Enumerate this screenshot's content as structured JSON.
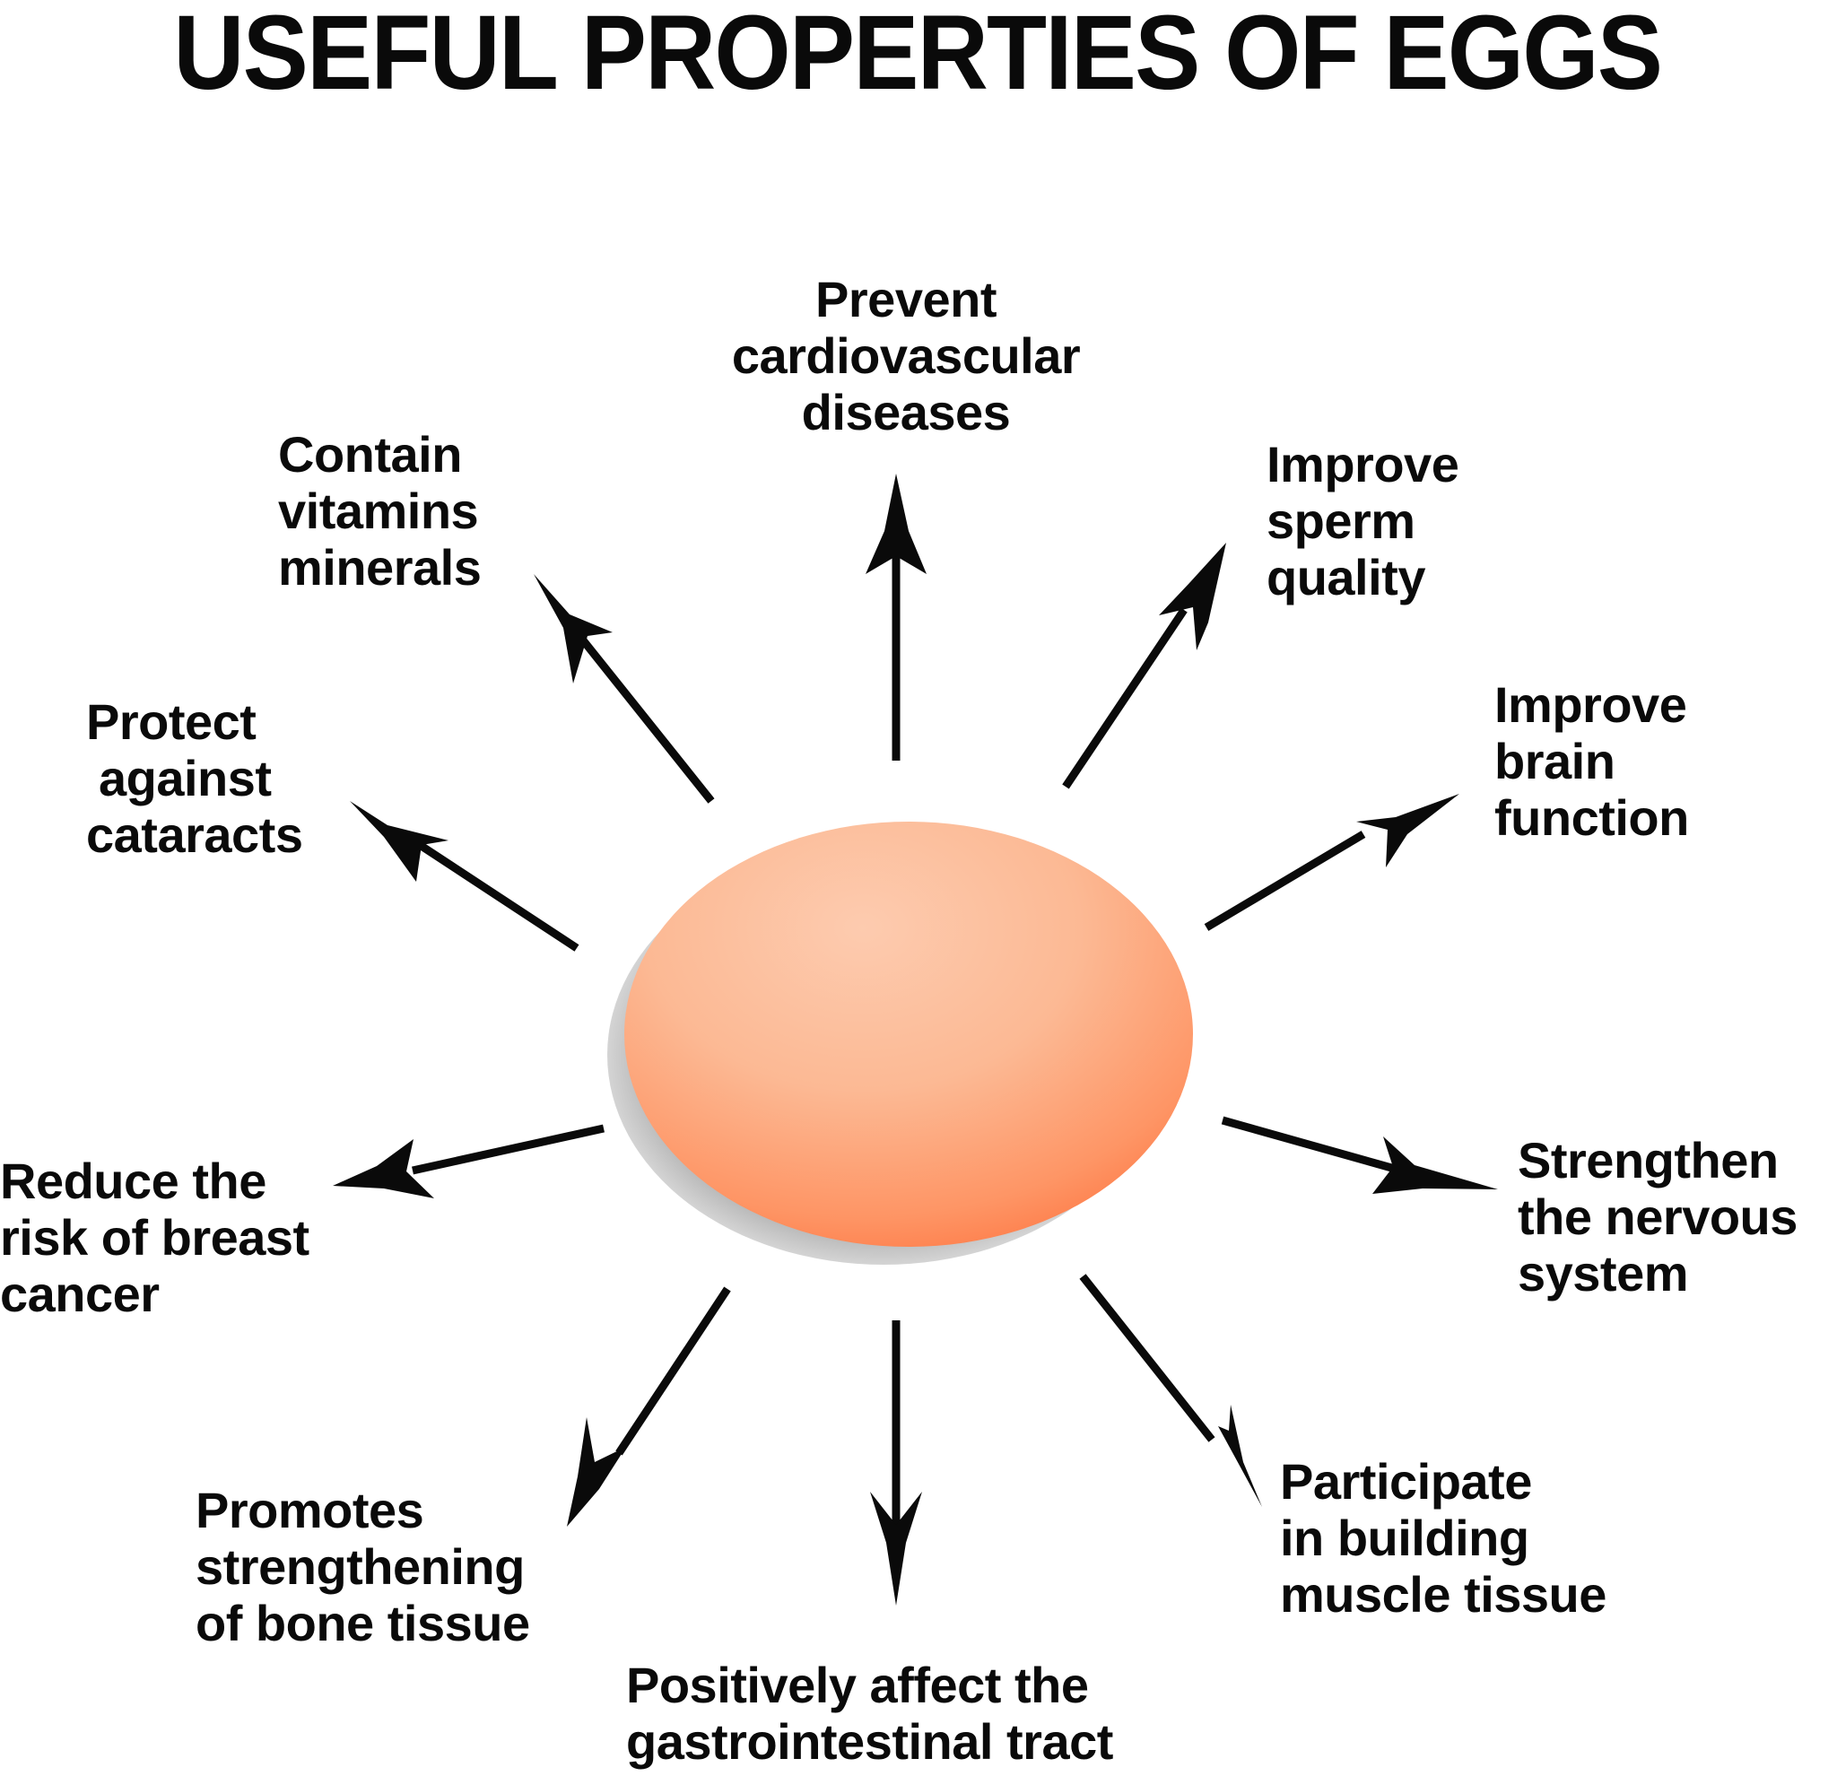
{
  "title": "USEFUL PROPERTIES OF EGGS",
  "colors": {
    "egg_light": "#fdcbaf",
    "egg_dark": "#ff7440",
    "shadow": "#b5b5b5",
    "arrow": "#0a0a0a",
    "text": "#0a0a0a",
    "background": "#ffffff"
  },
  "center_node": {
    "shape": "egg",
    "label": ""
  },
  "properties": [
    {
      "id": "cardiovascular",
      "position": "top",
      "lines": [
        "Prevent",
        "cardiovascular",
        "diseases"
      ]
    },
    {
      "id": "sperm",
      "position": "top-right",
      "lines": [
        "Improve",
        "sperm",
        "quality"
      ]
    },
    {
      "id": "brain",
      "position": "right-upper",
      "lines": [
        "Improve",
        "brain",
        "function"
      ]
    },
    {
      "id": "nervous",
      "position": "right-lower",
      "lines": [
        "Strengthen",
        "the nervous",
        "system"
      ]
    },
    {
      "id": "muscle",
      "position": "bottom-right",
      "lines": [
        "Participate",
        "in building",
        "muscle tissue"
      ]
    },
    {
      "id": "gastro",
      "position": "bottom",
      "lines": [
        "Positively affect the",
        "gastrointestinal tract"
      ]
    },
    {
      "id": "bone",
      "position": "bottom-left",
      "lines": [
        "Promotes",
        "strengthening",
        "of bone tissue"
      ]
    },
    {
      "id": "breast",
      "position": "left-lower",
      "lines": [
        "Reduce the",
        "risk of breast",
        "cancer"
      ]
    },
    {
      "id": "cataracts",
      "position": "left-upper",
      "lines": [
        "Protect",
        "against",
        "cataracts"
      ]
    },
    {
      "id": "vitamins",
      "position": "top-left",
      "lines": [
        "Contain",
        "vitamins",
        "minerals"
      ]
    }
  ]
}
